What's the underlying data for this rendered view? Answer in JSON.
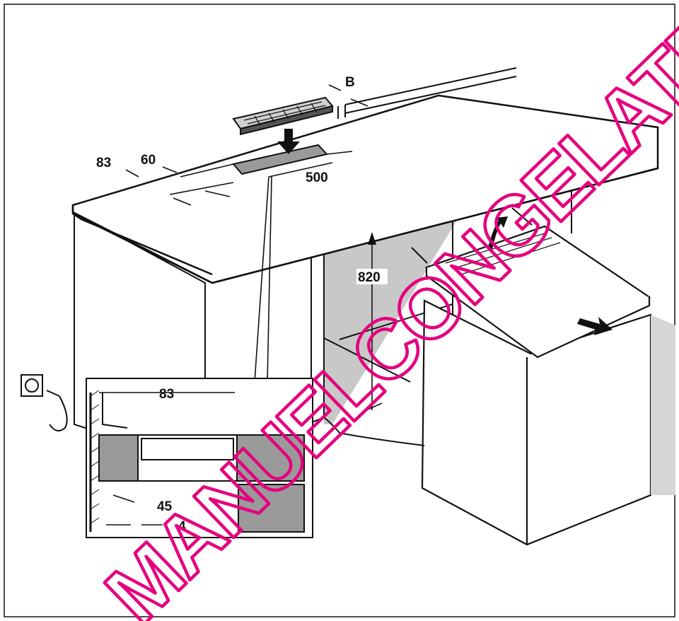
{
  "dimensions": {
    "gap_b": "B",
    "edge_distance": "83",
    "vent_setback": "60",
    "vent_length": "500",
    "counter_height": "820",
    "detail_depth": "83",
    "detail_angle": "45",
    "detail_gap": "4"
  },
  "watermark": {
    "text": "MANUELCONGELATEUR",
    "color": "#e5007e"
  },
  "colors": {
    "line": "#111111",
    "gray_fill": "#c8c8c8",
    "dark_gray": "#9a9a9a",
    "shadow": "#bdbdbd"
  },
  "icons": [
    "wall-socket-icon",
    "power-plug-icon",
    "arrow-down-icon",
    "arrow-right-icon",
    "screw-icon"
  ]
}
